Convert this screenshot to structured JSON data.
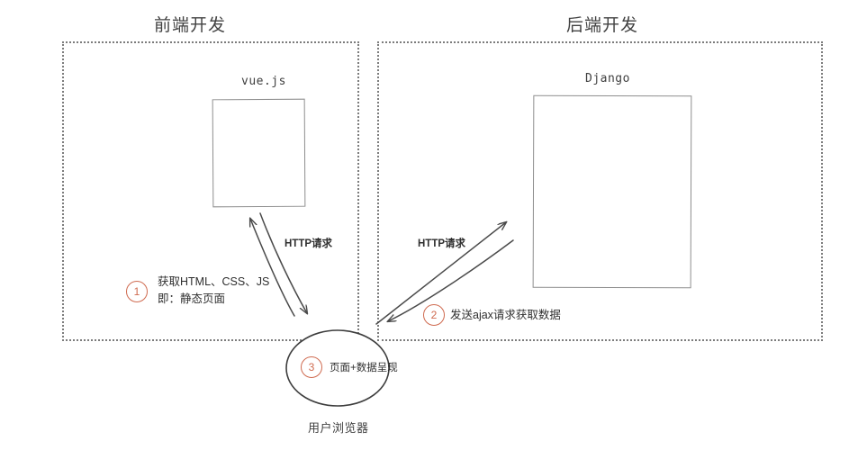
{
  "diagram": {
    "zones": [
      {
        "id": "frontend",
        "title": "前端开发"
      },
      {
        "id": "backend",
        "title": "后端开发"
      }
    ],
    "tech_boxes": [
      {
        "id": "vue",
        "label": "vue.js"
      },
      {
        "id": "django",
        "label": "Django"
      }
    ],
    "flows": [
      {
        "id": "http-left",
        "label": "HTTP请求"
      },
      {
        "id": "http-right",
        "label": "HTTP请求"
      }
    ],
    "steps": [
      {
        "number": "1",
        "text": "获取HTML、CSS、JS\n即：静态页面"
      },
      {
        "number": "2",
        "text": "发送ajax请求获取数据"
      },
      {
        "number": "3",
        "text": "页面+数据呈现"
      }
    ],
    "browser": {
      "caption": "用户浏览器"
    },
    "colors": {
      "accent": "#cf6a4f",
      "stroke": "#555555",
      "zone_border": "#7c7c7c",
      "text": "#3c3c3c",
      "background": "#ffffff"
    }
  }
}
